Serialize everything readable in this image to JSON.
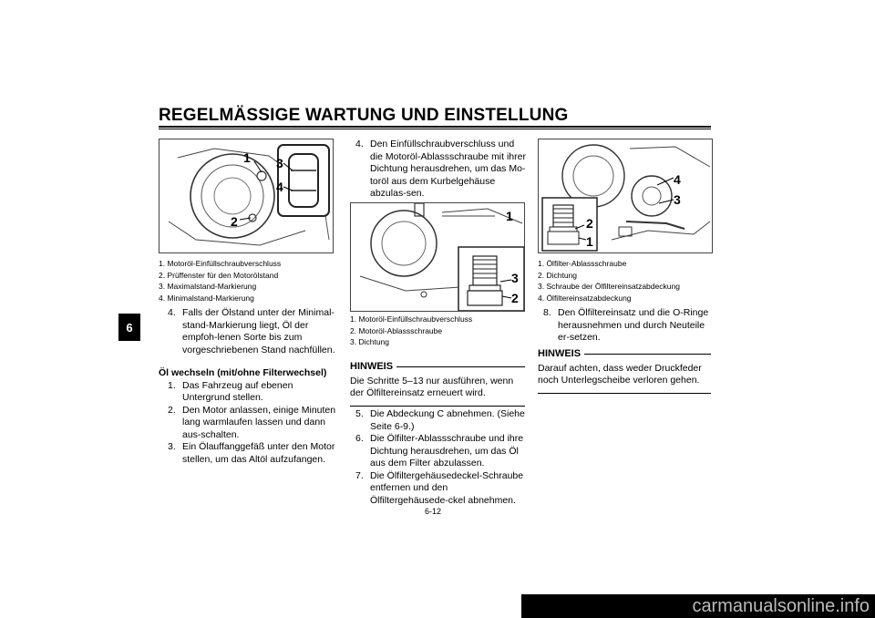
{
  "header": {
    "title": "REGELMÄSSIGE WARTUNG UND EINSTELLUNG"
  },
  "chapter_tab": "6",
  "figure1": {
    "callouts": [
      "1",
      "2",
      "3",
      "4"
    ],
    "captions": [
      "1.  Motoröl-Einfüllschraubverschluss",
      "2.  Prüffenster für den Motorölstand",
      "3.  Maximalstand-Markierung",
      "4.  Minimalstand-Markierung"
    ]
  },
  "column1": {
    "step4": {
      "num": "4.",
      "text": "Falls der Ölstand unter der Minimal-stand-Markierung liegt, Öl der empfoh-lenen Sorte bis zum vorgeschriebenen Stand nachfüllen."
    },
    "section_heading": "Öl wechseln (mit/ohne Filterwechsel)",
    "steps": [
      {
        "num": "1.",
        "text": "Das Fahrzeug auf ebenen Untergrund stellen."
      },
      {
        "num": "2.",
        "text": "Den Motor anlassen, einige Minuten lang warmlaufen lassen und dann aus-schalten."
      },
      {
        "num": "3.",
        "text": "Ein Ölauffanggefäß unter den Motor stellen, um das Altöl aufzufangen."
      }
    ]
  },
  "column2": {
    "step4": {
      "num": "4.",
      "text": "Den Einfüllschraubverschluss und die Motoröl-Ablassschraube mit ihrer Dichtung herausdrehen, um das Mo-toröl aus dem Kurbelgehäuse abzulas-sen."
    },
    "figure2": {
      "callouts": [
        "1",
        "3",
        "2"
      ],
      "captions": [
        "1.  Motoröl-Einfüllschraubverschluss",
        "2.  Motoröl-Ablassschraube",
        "3.  Dichtung"
      ]
    },
    "hinweis": {
      "label": "HINWEIS",
      "text": "Die Schritte 5–13 nur ausführen, wenn der Ölfiltereinsatz erneuert wird."
    },
    "steps": [
      {
        "num": "5.",
        "text": "Die Abdeckung C abnehmen. (Siehe Seite 6-9.)"
      },
      {
        "num": "6.",
        "text": "Die Ölfilter-Ablassschraube und ihre Dichtung herausdrehen, um das Öl aus dem Filter abzulassen."
      },
      {
        "num": "7.",
        "text": "Die Ölfiltergehäusedeckel-Schraube entfernen und den Ölfiltergehäusede-ckel abnehmen."
      }
    ]
  },
  "column3": {
    "figure3": {
      "callouts": [
        "4",
        "3",
        "2",
        "1"
      ],
      "captions": [
        "1.  Ölfilter-Ablassschraube",
        "2.  Dichtung",
        "3.  Schraube der Ölfiltereinsatzabdeckung",
        "4.  Ölfiltereinsatzabdeckung"
      ]
    },
    "step8": {
      "num": "8.",
      "text": "Den Ölfiltereinsatz und die O-Ringe herausnehmen und durch Neuteile er-setzen."
    },
    "hinweis": {
      "label": "HINWEIS",
      "text": "Darauf achten, dass weder Druckfeder noch Unterlegscheibe verloren gehen."
    }
  },
  "page_number": "6-12",
  "watermark": "carmanualsonline.info"
}
